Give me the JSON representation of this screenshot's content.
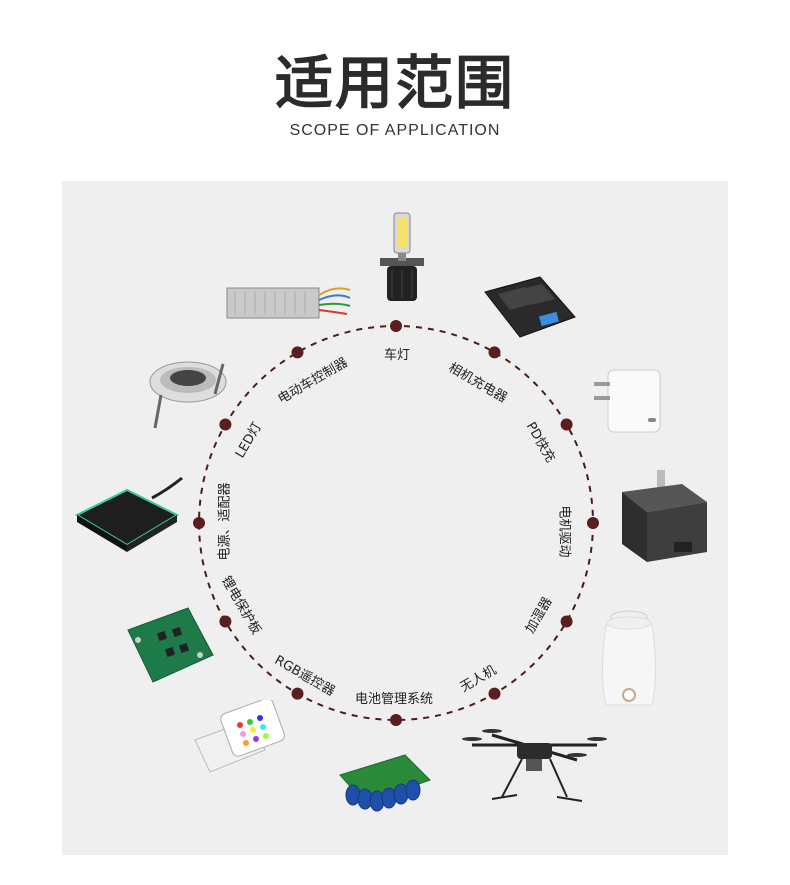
{
  "header": {
    "title": "适用范围",
    "subtitle": "SCOPE OF APPLICATION"
  },
  "applications": [
    {
      "key": "car-light",
      "label": "车灯"
    },
    {
      "key": "camera-charger",
      "label": "相机充电器"
    },
    {
      "key": "pd-fast-charge",
      "label": "PD快充"
    },
    {
      "key": "motor-drive",
      "label": "电机驱动"
    },
    {
      "key": "humidifier",
      "label": "加湿器"
    },
    {
      "key": "drone",
      "label": "无人机"
    },
    {
      "key": "battery-management",
      "label": "电池管理系统"
    },
    {
      "key": "rgb-remote",
      "label": "RGB遥控器"
    },
    {
      "key": "lithium-protection-board",
      "label": "锂电保护板"
    },
    {
      "key": "power-adapter",
      "label": "电源、适配器"
    },
    {
      "key": "led-light",
      "label": "LED灯"
    },
    {
      "key": "ev-controller",
      "label": "电动车控制器"
    }
  ],
  "colors": {
    "dot": "#5a1e1e",
    "ring": "#4a1c1c",
    "panel": "#efefef",
    "title": "#2b2b2b"
  }
}
